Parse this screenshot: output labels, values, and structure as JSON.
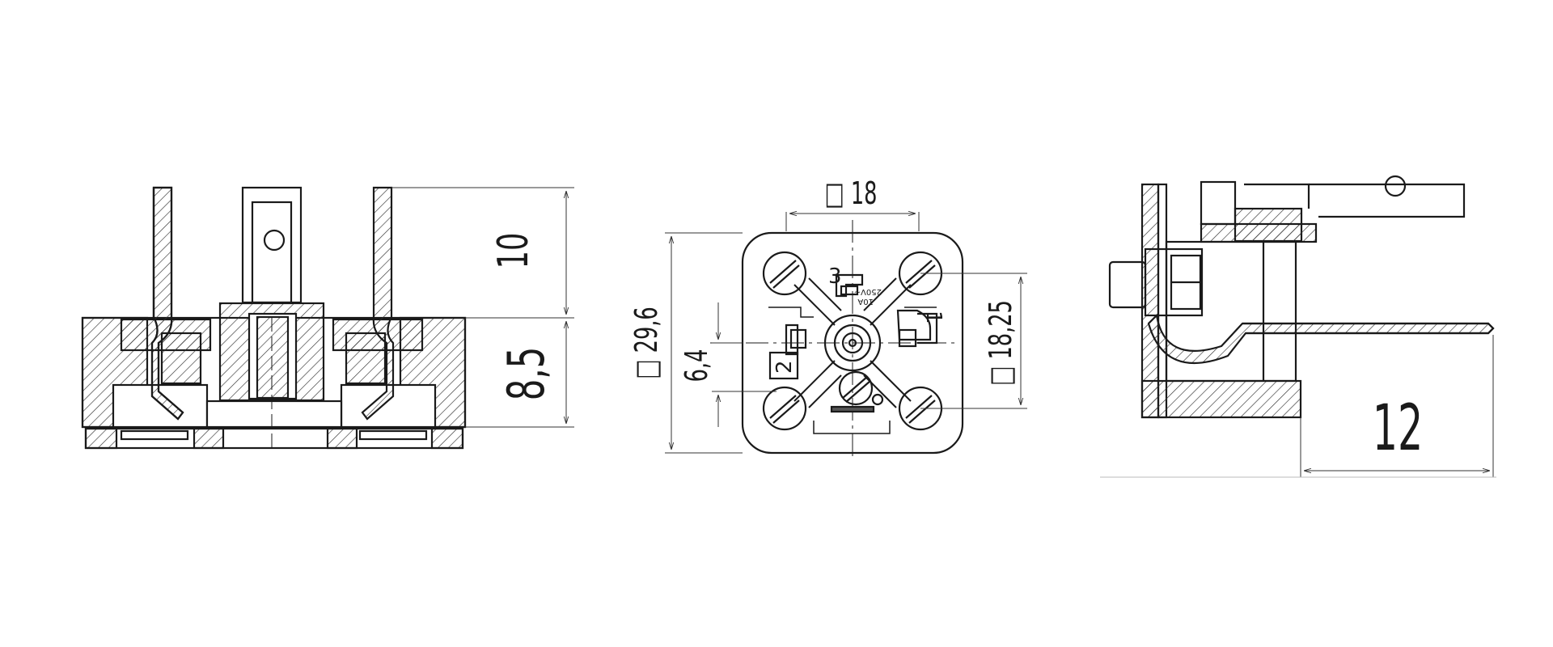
{
  "views": {
    "side": {
      "dim_pin_height": "10",
      "dim_body_height": "8,5"
    },
    "front": {
      "dim_inner_width": "□ 18",
      "dim_outer_height": "□ 29,6",
      "dim_center_offset": "6,4",
      "dim_screw_pitch": "□ 18,25",
      "pin_label_1": "1",
      "pin_label_2": "2",
      "pin_label_3": "3",
      "rating_current": "10A",
      "rating_voltage": "250V~"
    },
    "end": {
      "dim_length": "12"
    }
  }
}
